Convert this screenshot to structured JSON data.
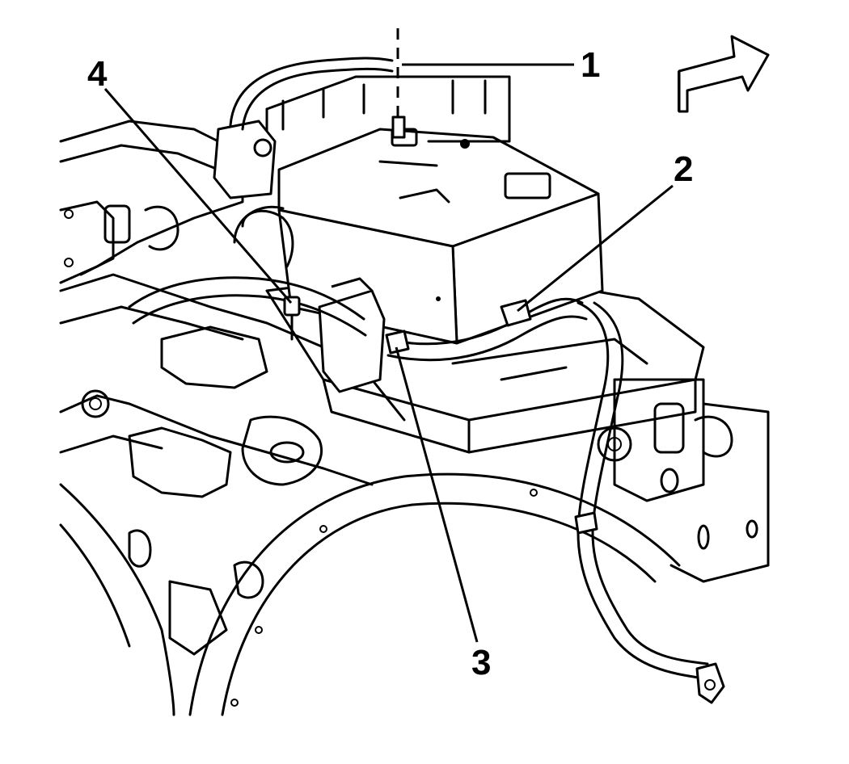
{
  "diagram": {
    "callouts": [
      {
        "id": "1",
        "label": "1"
      },
      {
        "id": "2",
        "label": "2"
      },
      {
        "id": "3",
        "label": "3"
      },
      {
        "id": "4",
        "label": "4"
      }
    ],
    "direction_arrow": "forward-arrow-icon"
  }
}
